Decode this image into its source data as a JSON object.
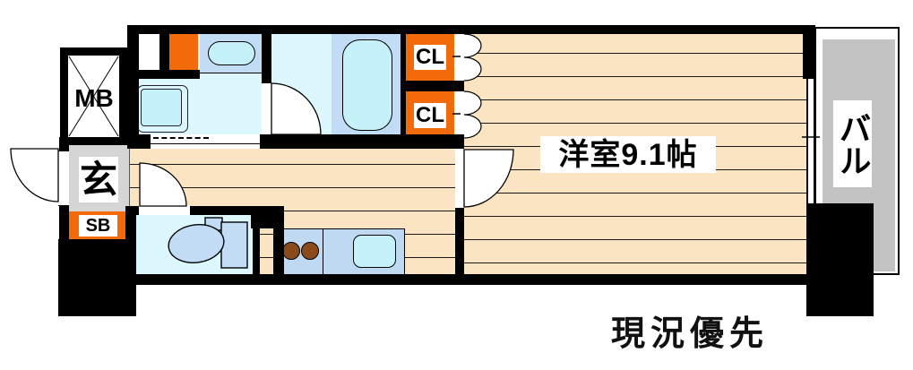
{
  "labels": {
    "meter_box": "MB",
    "entrance": "玄",
    "shoe_box": "SB",
    "closet_upper": "CL",
    "closet_lower": "CL",
    "main_room": "洋室9.1帖",
    "balcony": "バル",
    "note": "現況優先"
  },
  "main_room": {
    "type": "洋室",
    "size": "9.1帖"
  },
  "colors": {
    "wall_black": "#000000",
    "accent_orange": "#F26A0A",
    "wood_floor": "#FBE4C2",
    "room_cyan": "#DCF7FD",
    "fixture_blue": "#C3DCF5",
    "fixture_cyan": "#C5F1FA",
    "entrance_gray": "#D5D5D5",
    "balcony_gray": "#C3C3C3",
    "burner_brown": "#8B4A1A"
  }
}
